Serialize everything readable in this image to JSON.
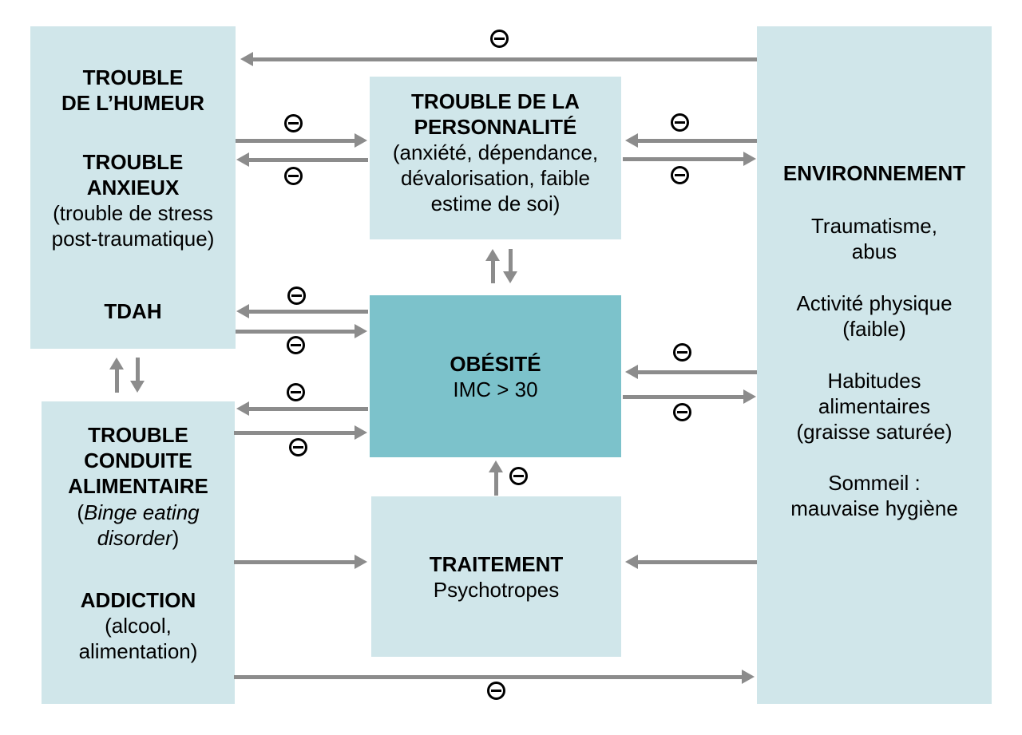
{
  "colors": {
    "box_light": "#d0e6ea",
    "box_accent": "#7cc2cb",
    "arrow_gray": "#8c8c8c",
    "text": "#000000"
  },
  "icons": {
    "minus": "⊖"
  },
  "boxes": {
    "disorders_top": {
      "mood1": "TROUBLE",
      "mood2": "DE L’HUMEUR",
      "anx1": "TROUBLE",
      "anx2": "ANXIEUX",
      "anx3": "(trouble de stress",
      "anx4": "post-traumatique)",
      "adhd": "TDAH"
    },
    "disorders_bottom": {
      "eat1": "TROUBLE",
      "eat2": "CONDUITE",
      "eat3": "ALIMENTAIRE",
      "binge_open": "(",
      "binge1": "Binge eating",
      "binge2": "disorder",
      "binge_close": ")",
      "add1": "ADDICTION",
      "add2": "(alcool,",
      "add3": "alimentation)"
    },
    "personality": {
      "t1": "TROUBLE DE LA",
      "t2": "PERSONNALITÉ",
      "s1": "(anxiété, dépendance,",
      "s2": "dévalorisation, faible",
      "s3": "estime de soi)"
    },
    "obesity": {
      "t": "OBÉSITÉ",
      "s": "IMC > 30"
    },
    "treatment": {
      "t": "TRAITEMENT",
      "s": "Psychotropes"
    },
    "environment": {
      "title": "ENVIRONNEMENT",
      "i1a": "Traumatisme,",
      "i1b": "abus",
      "i2a": "Activité physique",
      "i2b": "(faible)",
      "i3a": "Habitudes",
      "i3b": "alimentaires",
      "i3c": "(graisse saturée)",
      "i4a": "Sommeil :",
      "i4b": "mauvaise hygiène"
    }
  }
}
